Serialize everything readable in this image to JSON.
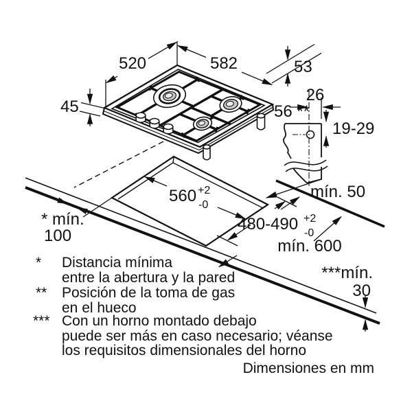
{
  "labels": {
    "dim_520": "520",
    "dim_582": "582",
    "dim_53": "53",
    "dim_45": "45",
    "dim_56": "56 **",
    "dim_26": "26",
    "dim_19_29": "19-29",
    "min_50": "mín. 50",
    "cutout_width": "560",
    "cutout_width_tol_plus": "+2",
    "cutout_width_tol_minus": "-0",
    "cutout_depth": "480-490",
    "cutout_depth_tol_plus": "+2",
    "cutout_depth_tol_minus": "-0",
    "min_100_word": "* mín.",
    "min_100_value": "100",
    "min_600": "mín. 600",
    "min_30_word": "***mín.",
    "min_30_value": "30"
  },
  "footnotes": {
    "f1_marker": "*",
    "f1_line1": "Distancia mínima",
    "f1_line2": "entre la abertura y la pared",
    "f2_marker": "**",
    "f2_line1": "Posición de la toma de gas",
    "f2_line2": "en el hueco",
    "f3_marker": "***",
    "f3_line1": "Con un horno montado debajo",
    "f3_line2": "puede ser más en caso necesario; véanse",
    "f3_line3": "los requisitos dimensionales del horno",
    "units_note": "Dimensiones en mm"
  }
}
